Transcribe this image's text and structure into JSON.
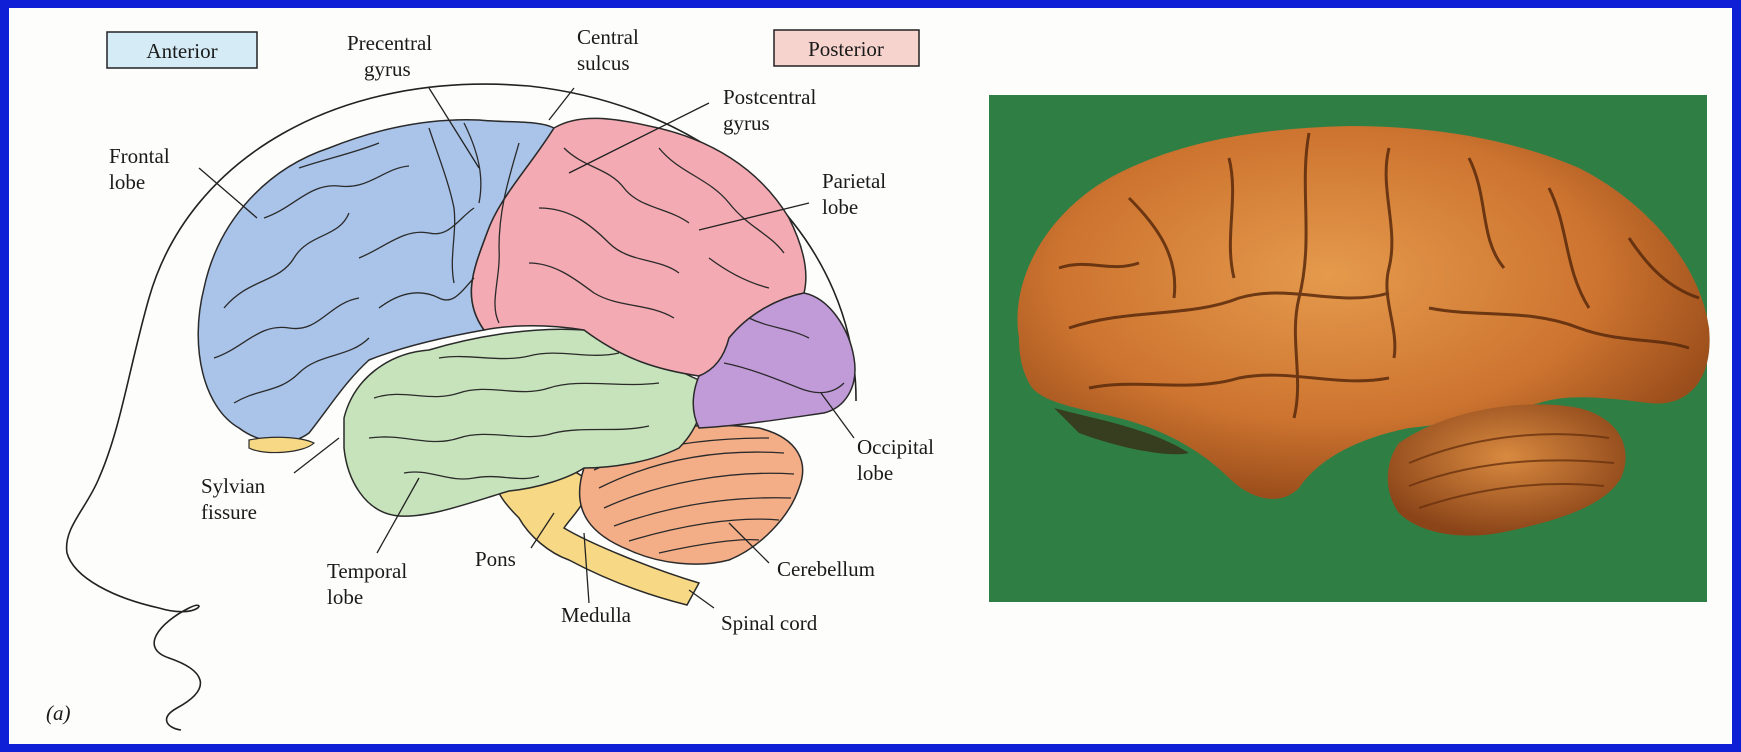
{
  "figure_label": "(a)",
  "orientation": {
    "anterior": "Anterior",
    "posterior": "Posterior",
    "anterior_color": "#d5ecf7",
    "posterior_color": "#f6d3cc"
  },
  "labels": {
    "precentral_gyrus": [
      "Precentral",
      "gyrus"
    ],
    "central_sulcus": [
      "Central",
      "sulcus"
    ],
    "postcentral_gyrus": [
      "Postcentral",
      "gyrus"
    ],
    "frontal_lobe": [
      "Frontal",
      "lobe"
    ],
    "parietal_lobe": [
      "Parietal",
      "lobe"
    ],
    "occipital_lobe": [
      "Occipital",
      "lobe"
    ],
    "sylvian_fissure": [
      "Sylvian",
      "fissure"
    ],
    "temporal_lobe": [
      "Temporal",
      "lobe"
    ],
    "pons": [
      "Pons"
    ],
    "medulla": [
      "Medulla"
    ],
    "cerebellum": [
      "Cerebellum"
    ],
    "spinal_cord": [
      "Spinal cord"
    ]
  },
  "region_colors": {
    "frontal": "#a9c3e9",
    "parietal": "#f3aab2",
    "occipital": "#c19ad8",
    "temporal": "#c6e3bb",
    "cerebellum": "#f3ae88",
    "brainstem": "#f7d884",
    "photo_background": "#2f7f45",
    "photo_brain": "#d07a2e"
  }
}
